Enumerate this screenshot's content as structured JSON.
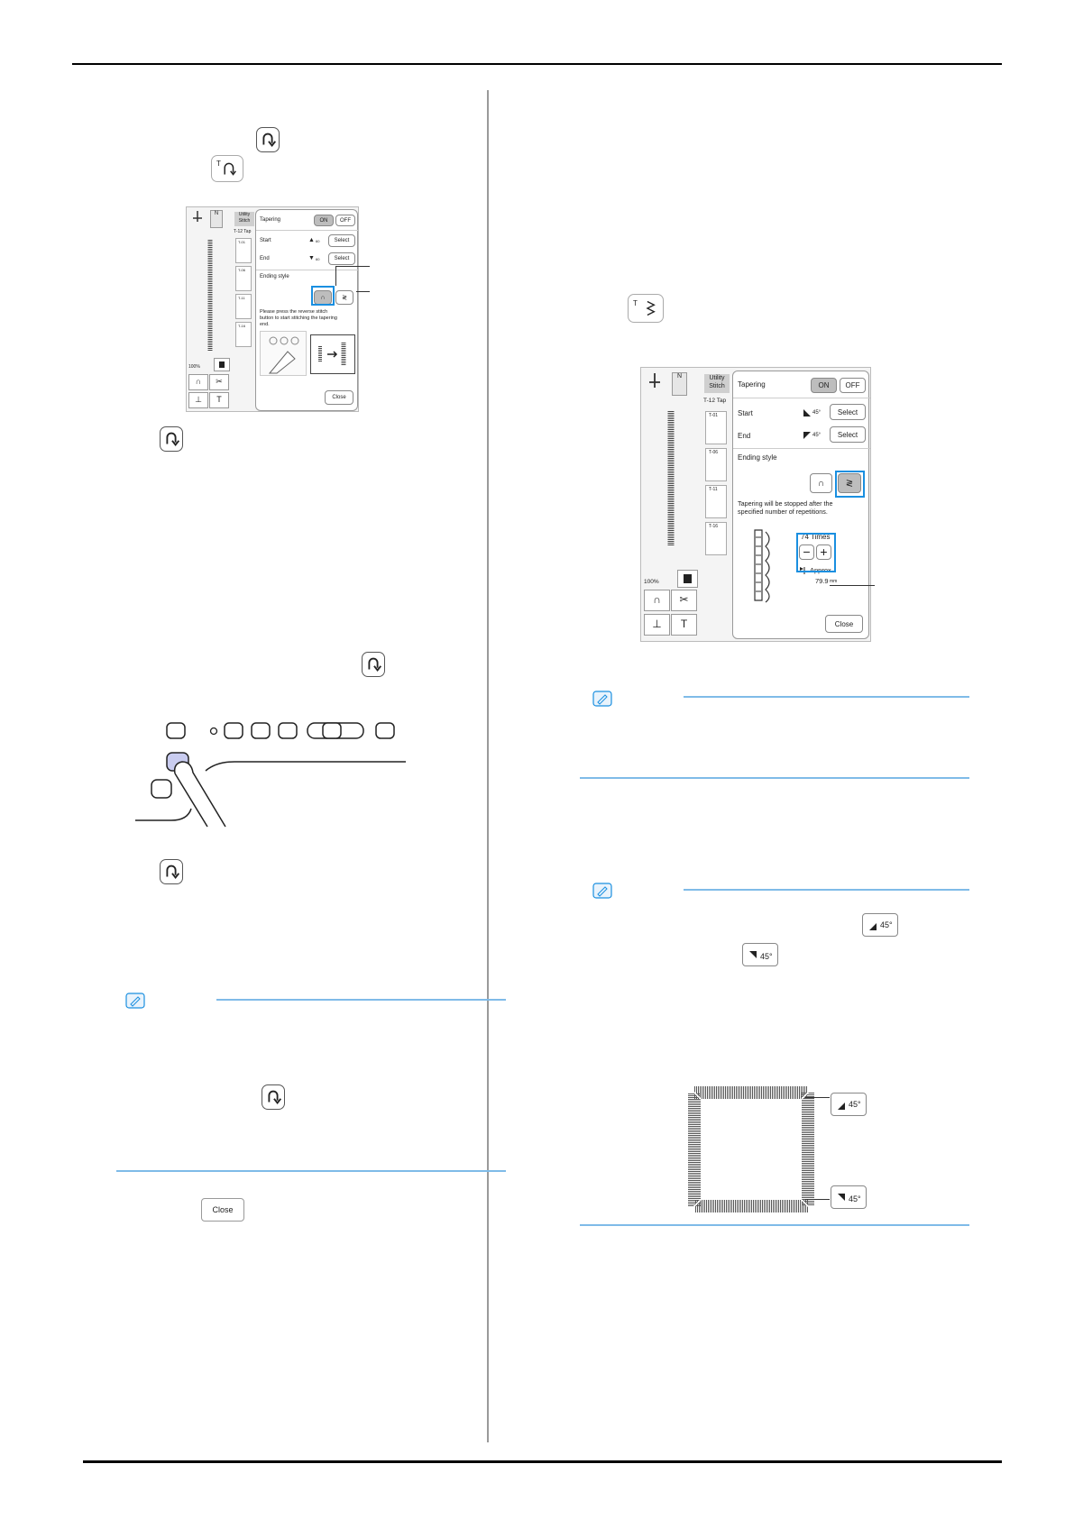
{
  "left_screen": {
    "foot_label": "N",
    "category_label": "Utility Stitch",
    "pattern_code": "T-12 Tap",
    "tile_codes": [
      "T-01",
      "T-06",
      "T-11",
      "T-16"
    ],
    "zoom": "100%",
    "tapering_label": "Tapering",
    "on_label": "ON",
    "off_label": "OFF",
    "start_label": "Start",
    "start_angle": "60",
    "end_label": "End",
    "end_angle": "60",
    "select_label": "Select",
    "ending_style_label": "Ending style",
    "message": "Please press the reverse stitch button to start stitching the tapering end.",
    "close_label": "Close"
  },
  "right_screen": {
    "foot_label": "N",
    "category_label": "Utility Stitch",
    "pattern_code": "T-12 Tap",
    "tile_codes": [
      "T-01",
      "T-06",
      "T-11",
      "T-16"
    ],
    "zoom": "100%",
    "tapering_label": "Tapering",
    "on_label": "ON",
    "off_label": "OFF",
    "start_label": "Start",
    "start_angle": "45°",
    "end_label": "End",
    "end_angle": "45°",
    "select_label": "Select",
    "ending_style_label": "Ending style",
    "message": "Tapering will be stopped after the specified number of repetitions.",
    "times_value": "74 Times",
    "approx_label": "Approx",
    "approx_value": "79.9",
    "approx_unit": "mm",
    "close_label": "Close"
  },
  "inline": {
    "close_label": "Close",
    "angle_label": "45°",
    "t_label": "T"
  },
  "colors": {
    "accent": "#1a8fe0",
    "memo_line": "#7fbbe8",
    "button_on": "#bdbdbd"
  }
}
